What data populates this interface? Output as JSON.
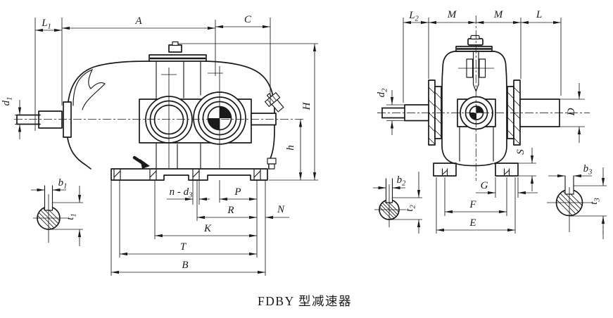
{
  "caption": "FDBY 型减速器",
  "colors": {
    "ink": "#1a1a1a",
    "paper": "#ffffff"
  },
  "labels": {
    "L1": {
      "base": "L",
      "sub": "1"
    },
    "A": {
      "base": "A",
      "sub": ""
    },
    "C": {
      "base": "C",
      "sub": ""
    },
    "d1": {
      "base": "d",
      "sub": "1"
    },
    "H": {
      "base": "H",
      "sub": ""
    },
    "h": {
      "base": "h",
      "sub": ""
    },
    "b1": {
      "base": "b",
      "sub": "1"
    },
    "t1": {
      "base": "t",
      "sub": "1"
    },
    "nd3": {
      "base": "n - d",
      "sub": "3"
    },
    "P": {
      "base": "P",
      "sub": ""
    },
    "R": {
      "base": "R",
      "sub": ""
    },
    "N": {
      "base": "N",
      "sub": ""
    },
    "K": {
      "base": "K",
      "sub": ""
    },
    "T": {
      "base": "T",
      "sub": ""
    },
    "B": {
      "base": "B",
      "sub": ""
    },
    "L2": {
      "base": "L",
      "sub": "2"
    },
    "M_left": {
      "base": "M",
      "sub": ""
    },
    "M_right": {
      "base": "M",
      "sub": ""
    },
    "L": {
      "base": "L",
      "sub": ""
    },
    "d2": {
      "base": "d",
      "sub": "2"
    },
    "D": {
      "base": "D",
      "sub": ""
    },
    "S": {
      "base": "S",
      "sub": ""
    },
    "G": {
      "base": "G",
      "sub": ""
    },
    "F": {
      "base": "F",
      "sub": ""
    },
    "E": {
      "base": "E",
      "sub": ""
    },
    "b2": {
      "base": "b",
      "sub": "2"
    },
    "t2": {
      "base": "t",
      "sub": "2"
    },
    "b3": {
      "base": "b",
      "sub": "3"
    },
    "t3": {
      "base": "t",
      "sub": "3"
    }
  }
}
